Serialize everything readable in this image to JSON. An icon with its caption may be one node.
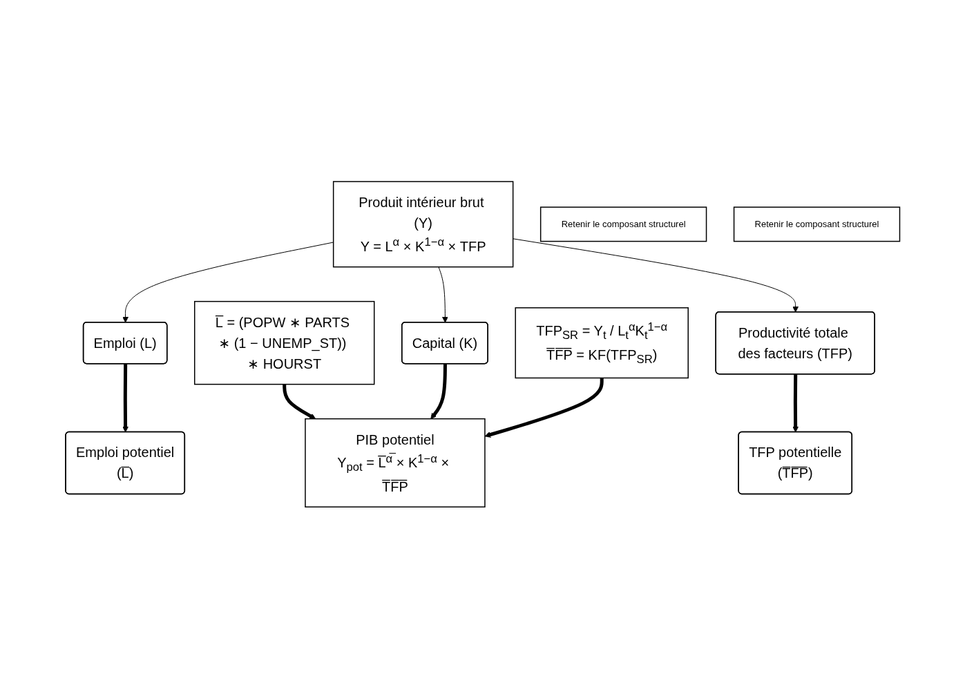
{
  "diagram": {
    "nodes": [
      {
        "text": [
          "Produit intérieur brut (Y)",
          "Y = L$^{α}$ × K$^{1−α}$ × TFP"
        ]
      },
      {
        "text": [
          "Emploi (L)"
        ]
      },
      {
        "text": [
          "Productivité totale des facteurs (TFP)"
        ]
      },
      {
        "text": [
          "Retenir le composant structurel"
        ]
      },
      {
        "text": [
          "Capital (K)"
        ]
      },
      {
        "text": [
          "Retenir le composant structurel"
        ]
      },
      {
        "text": [
          "Emploi potentiel",
          "(L̅)"
        ]
      },
      {
        "text": [
          "TFP potentielle",
          "(T̅F̅P̅)"
        ]
      },
      {
        "text": [
          "L̅ = (POPW ∗ PARTS ∗ (1 − UNEMP_ST)) ∗ HOURST"
        ]
      },
      {
        "text": [
          "TFP$_{SR}$ = Y$_{t}$ / L$_{t}$$^{α}$K$_{t}$$^{1−α}$",
          "T̅F̅P̅ = KF(TFP$_{SR}$)"
        ]
      },
      {
        "text": [
          "PIB potentiel",
          "Y$_{pot}$ = L̅$^{α̅}$ × K$^{1−α}$ × T̅F̅P̅"
        ]
      }
    ],
    "edges": [
      {
        "from": 0,
        "to": 1,
        "arrow": "to"
      },
      {
        "from": 0,
        "to": 4,
        "arrow": "to"
      },
      {
        "from": 0,
        "to": 2,
        "arrow": "to"
      },
      {
        "from": 1,
        "to": 6,
        "arrow": "to"
      },
      {
        "from": 2,
        "to": 7,
        "arrow": "to"
      },
      {
        "from": 8,
        "to": 10,
        "arrow": "to"
      },
      {
        "from": 4,
        "to": 10,
        "arrow": "to"
      },
      {
        "from": 9,
        "to": 10,
        "arrow": "to"
      }
    ]
  }
}
